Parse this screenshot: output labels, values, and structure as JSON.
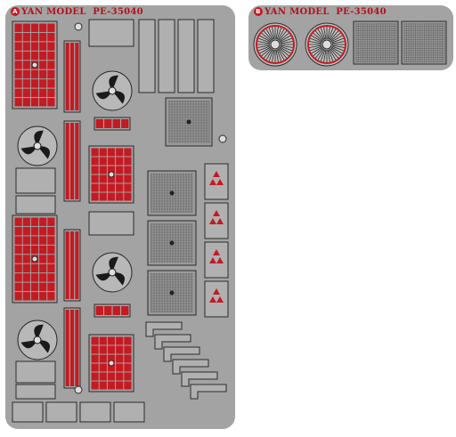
{
  "sheets": [
    {
      "id": "A",
      "badge": "A",
      "brand": "YAN MODEL",
      "part_no": "PE-35040"
    },
    {
      "id": "B",
      "badge": "B",
      "brand": "YAN MODEL",
      "part_no": "PE-35040"
    }
  ],
  "colors": {
    "fret": "#a3a3a3",
    "etch_red": "#c41a22",
    "frame_dark": "#2b2b2b",
    "mesh": "#5a5a5a"
  }
}
